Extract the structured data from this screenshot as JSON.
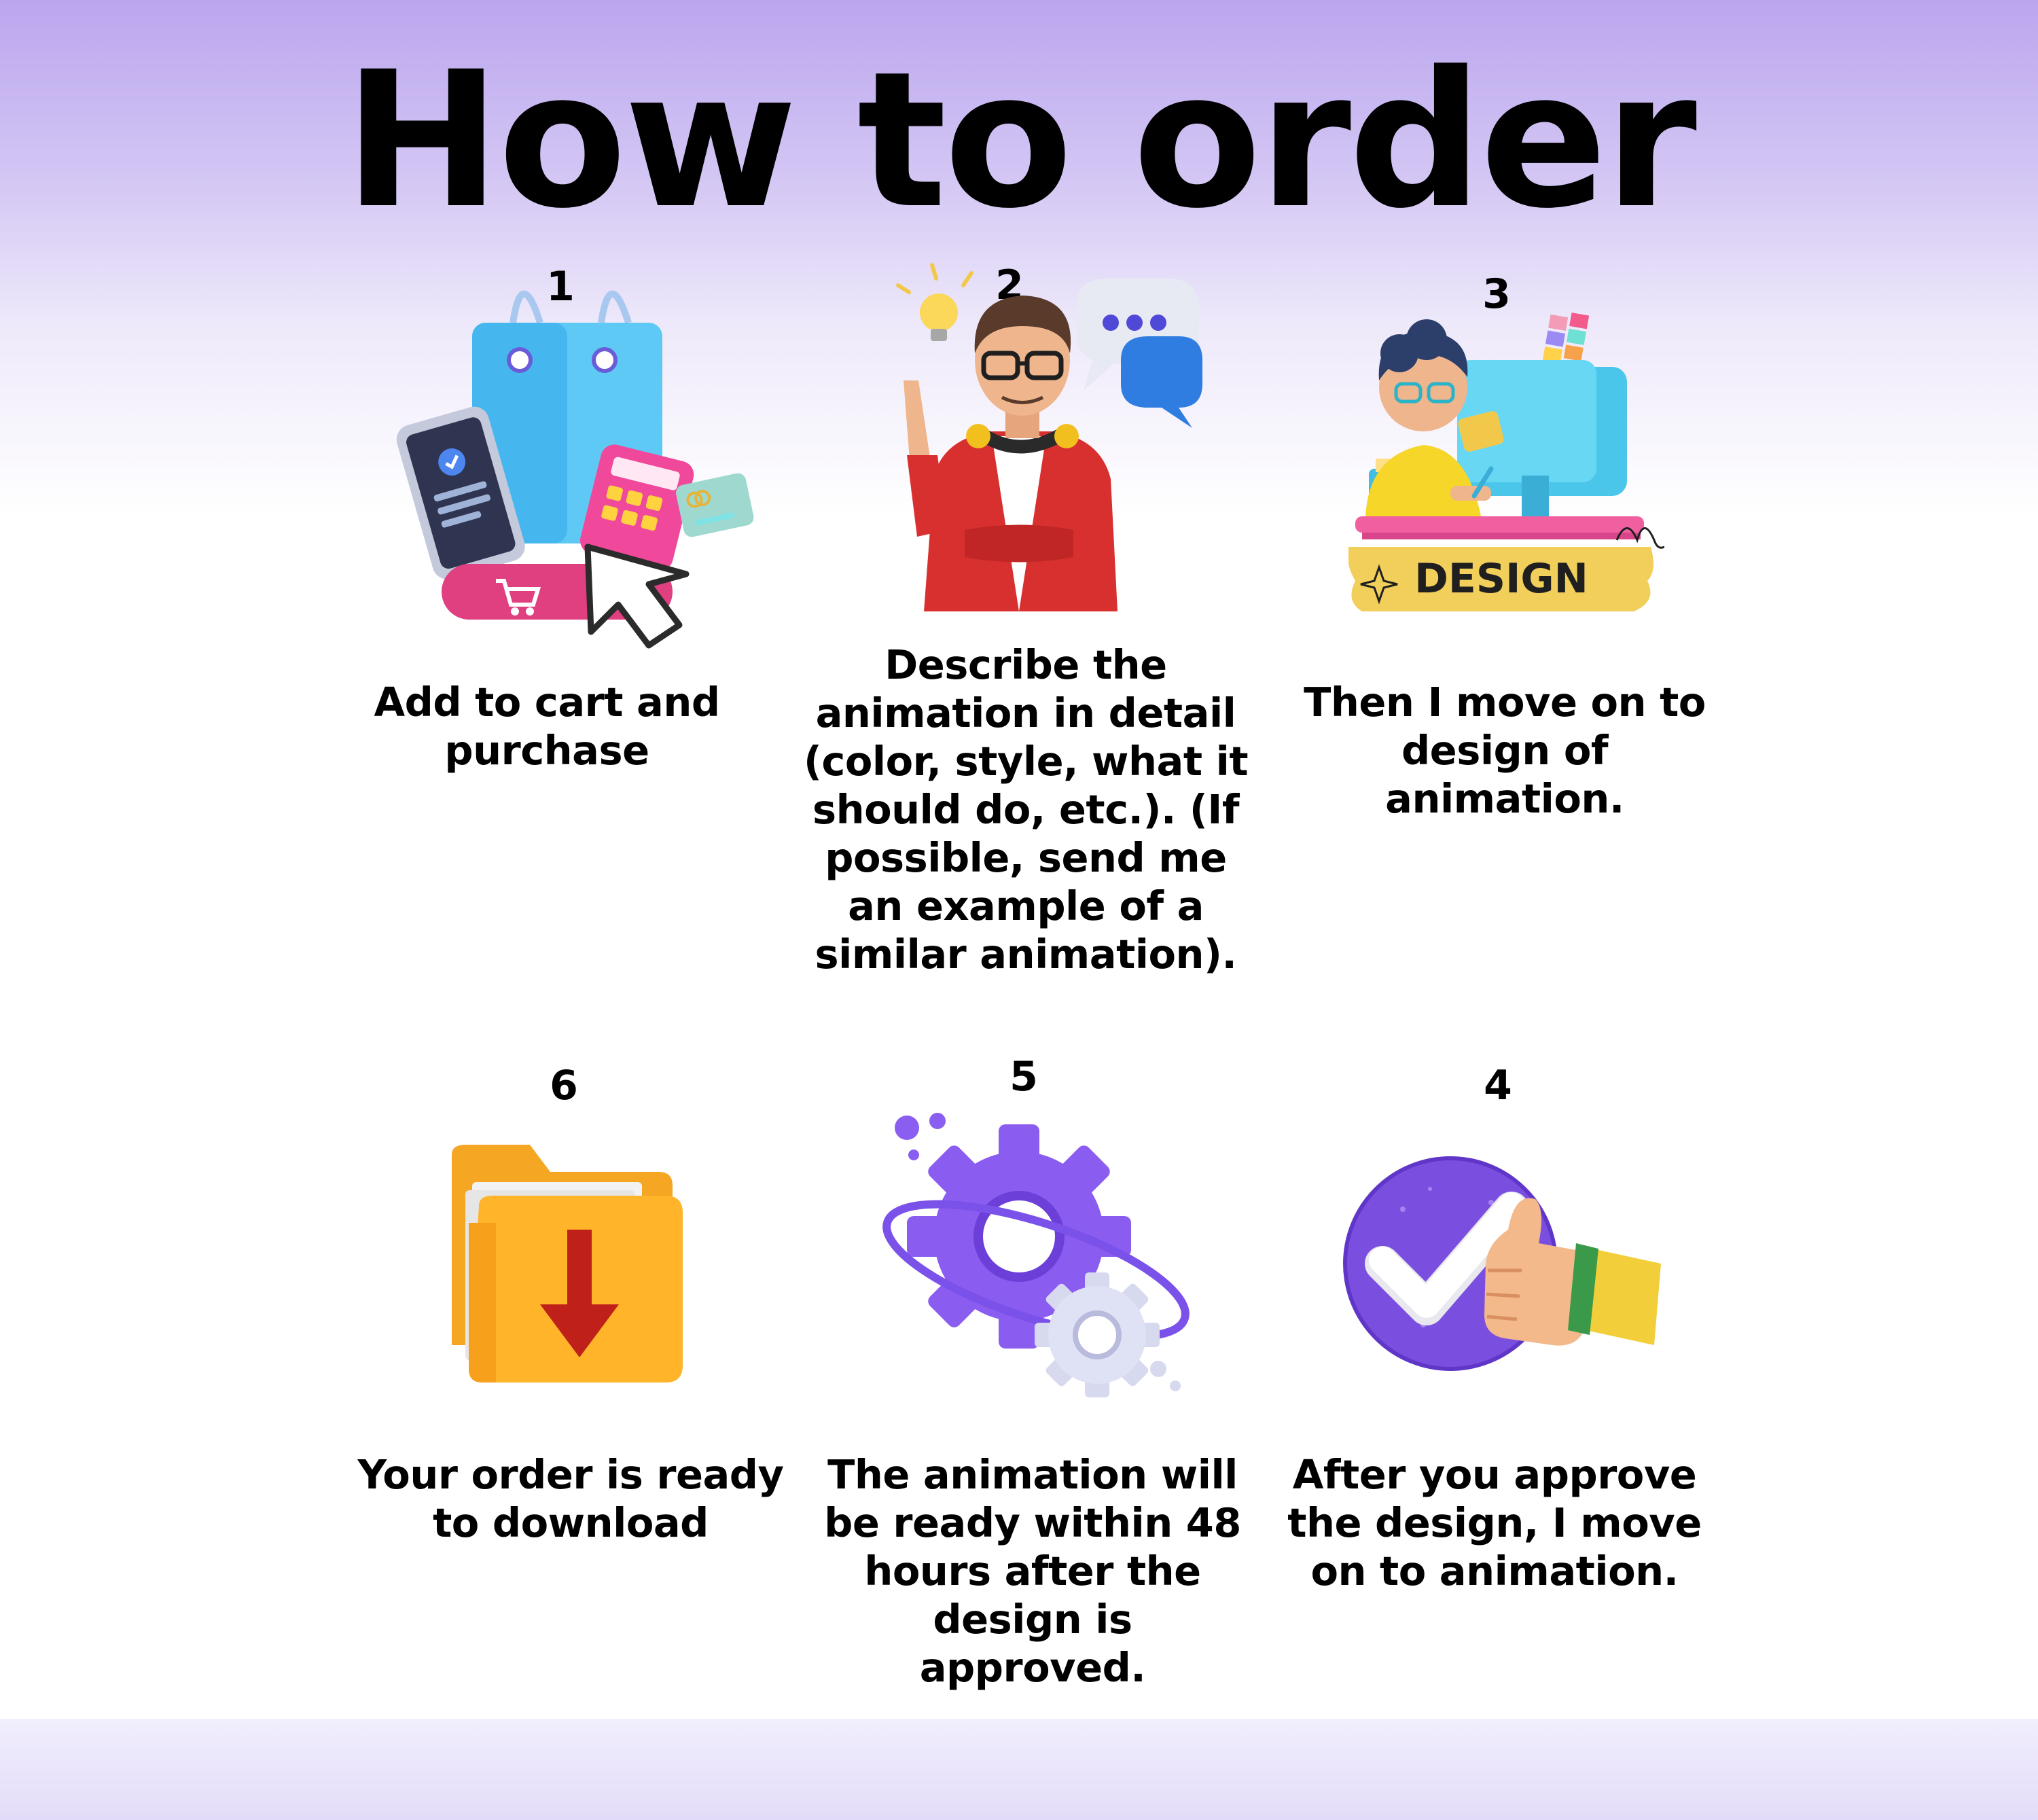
{
  "page": {
    "title": "How to order"
  },
  "design_label": "DESIGN",
  "steps": [
    {
      "number": "1",
      "text": "Add to cart and purchase",
      "icon": "shopping-cart-checkout-icon"
    },
    {
      "number": "2",
      "text": "Describe the animation in detail (color, style, what it should do, etc.). (If possible, send me an example of a similar animation).",
      "icon": "thinking-man-chat-icon"
    },
    {
      "number": "3",
      "text": "Then I move on to design of animation.",
      "icon": "designer-at-desk-icon"
    },
    {
      "number": "4",
      "text": "After you approve the design, I move on to animation.",
      "icon": "thumbs-up-check-icon"
    },
    {
      "number": "5",
      "text": "The animation will be ready within 48 hours after the design is approved.",
      "icon": "gears-icon"
    },
    {
      "number": "6",
      "text": "Your order is ready to download",
      "icon": "download-folder-icon"
    }
  ],
  "colors": {
    "background_top": "#bba6ee",
    "background_bottom": "#ffffff",
    "text": "#000000",
    "accent_purple": "#7b4fe0",
    "accent_pink": "#e8337f",
    "accent_yellow": "#f2cf5b"
  }
}
